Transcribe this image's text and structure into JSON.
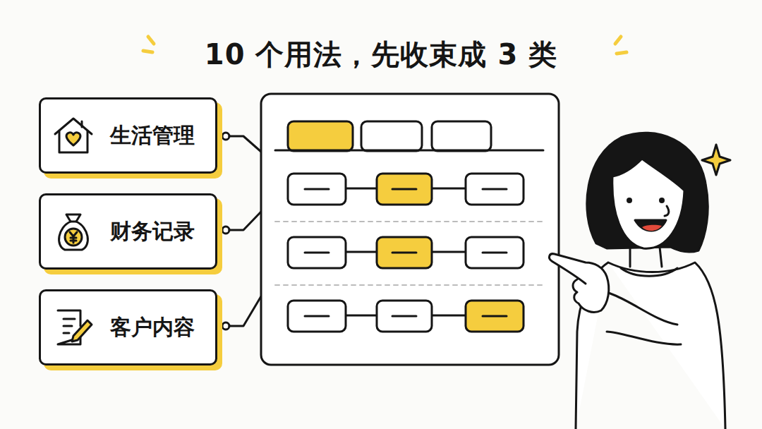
{
  "diagram": {
    "title": "10 个用法，先收束成 3 类",
    "nodes": [
      {
        "text": [
          "生活管理"
        ]
      },
      {
        "text": [
          "财务记录"
        ]
      },
      {
        "text": [
          "客户内容"
        ]
      }
    ]
  }
}
